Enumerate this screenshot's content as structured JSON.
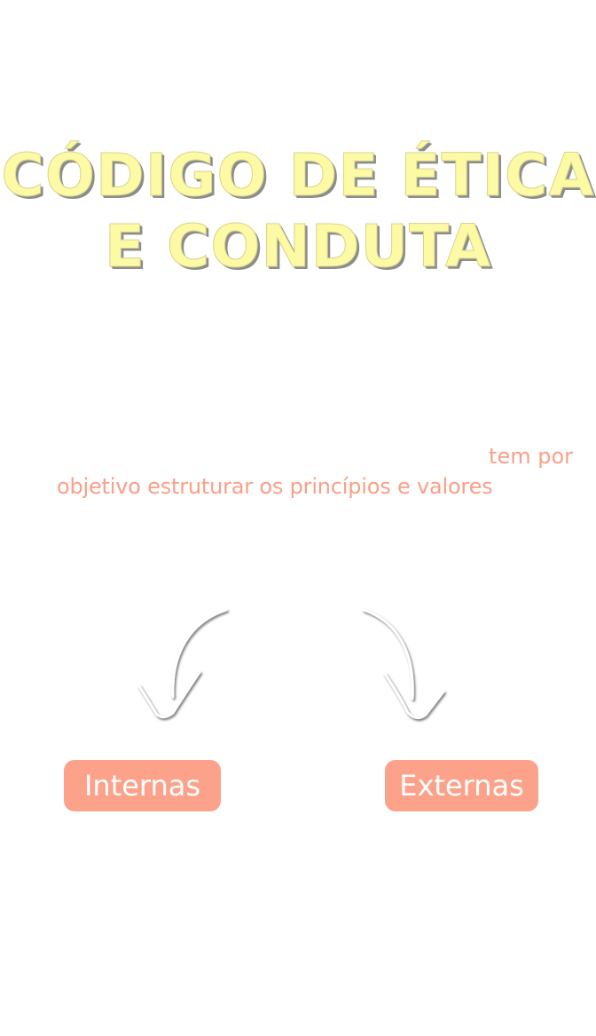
{
  "title": {
    "line1": "CÓDIGO DE ÉTICA",
    "line2": "E CONDUTA"
  },
  "description": {
    "line1": "tem por",
    "line2": "objetivo estruturar os princípios e valores"
  },
  "arrows": [
    {
      "icon": "curved-arrow-down-left-icon"
    },
    {
      "icon": "curved-arrow-down-right-icon"
    }
  ],
  "options": [
    {
      "label": "Internas"
    },
    {
      "label": "Externas"
    }
  ],
  "colors": {
    "title_fill": "#fdfaa6",
    "title_shadow": "#8c8c8c",
    "text_accent": "#f9a088",
    "pill_background": "#fca28a",
    "pill_text": "#ffffff",
    "background": "#ffffff"
  }
}
